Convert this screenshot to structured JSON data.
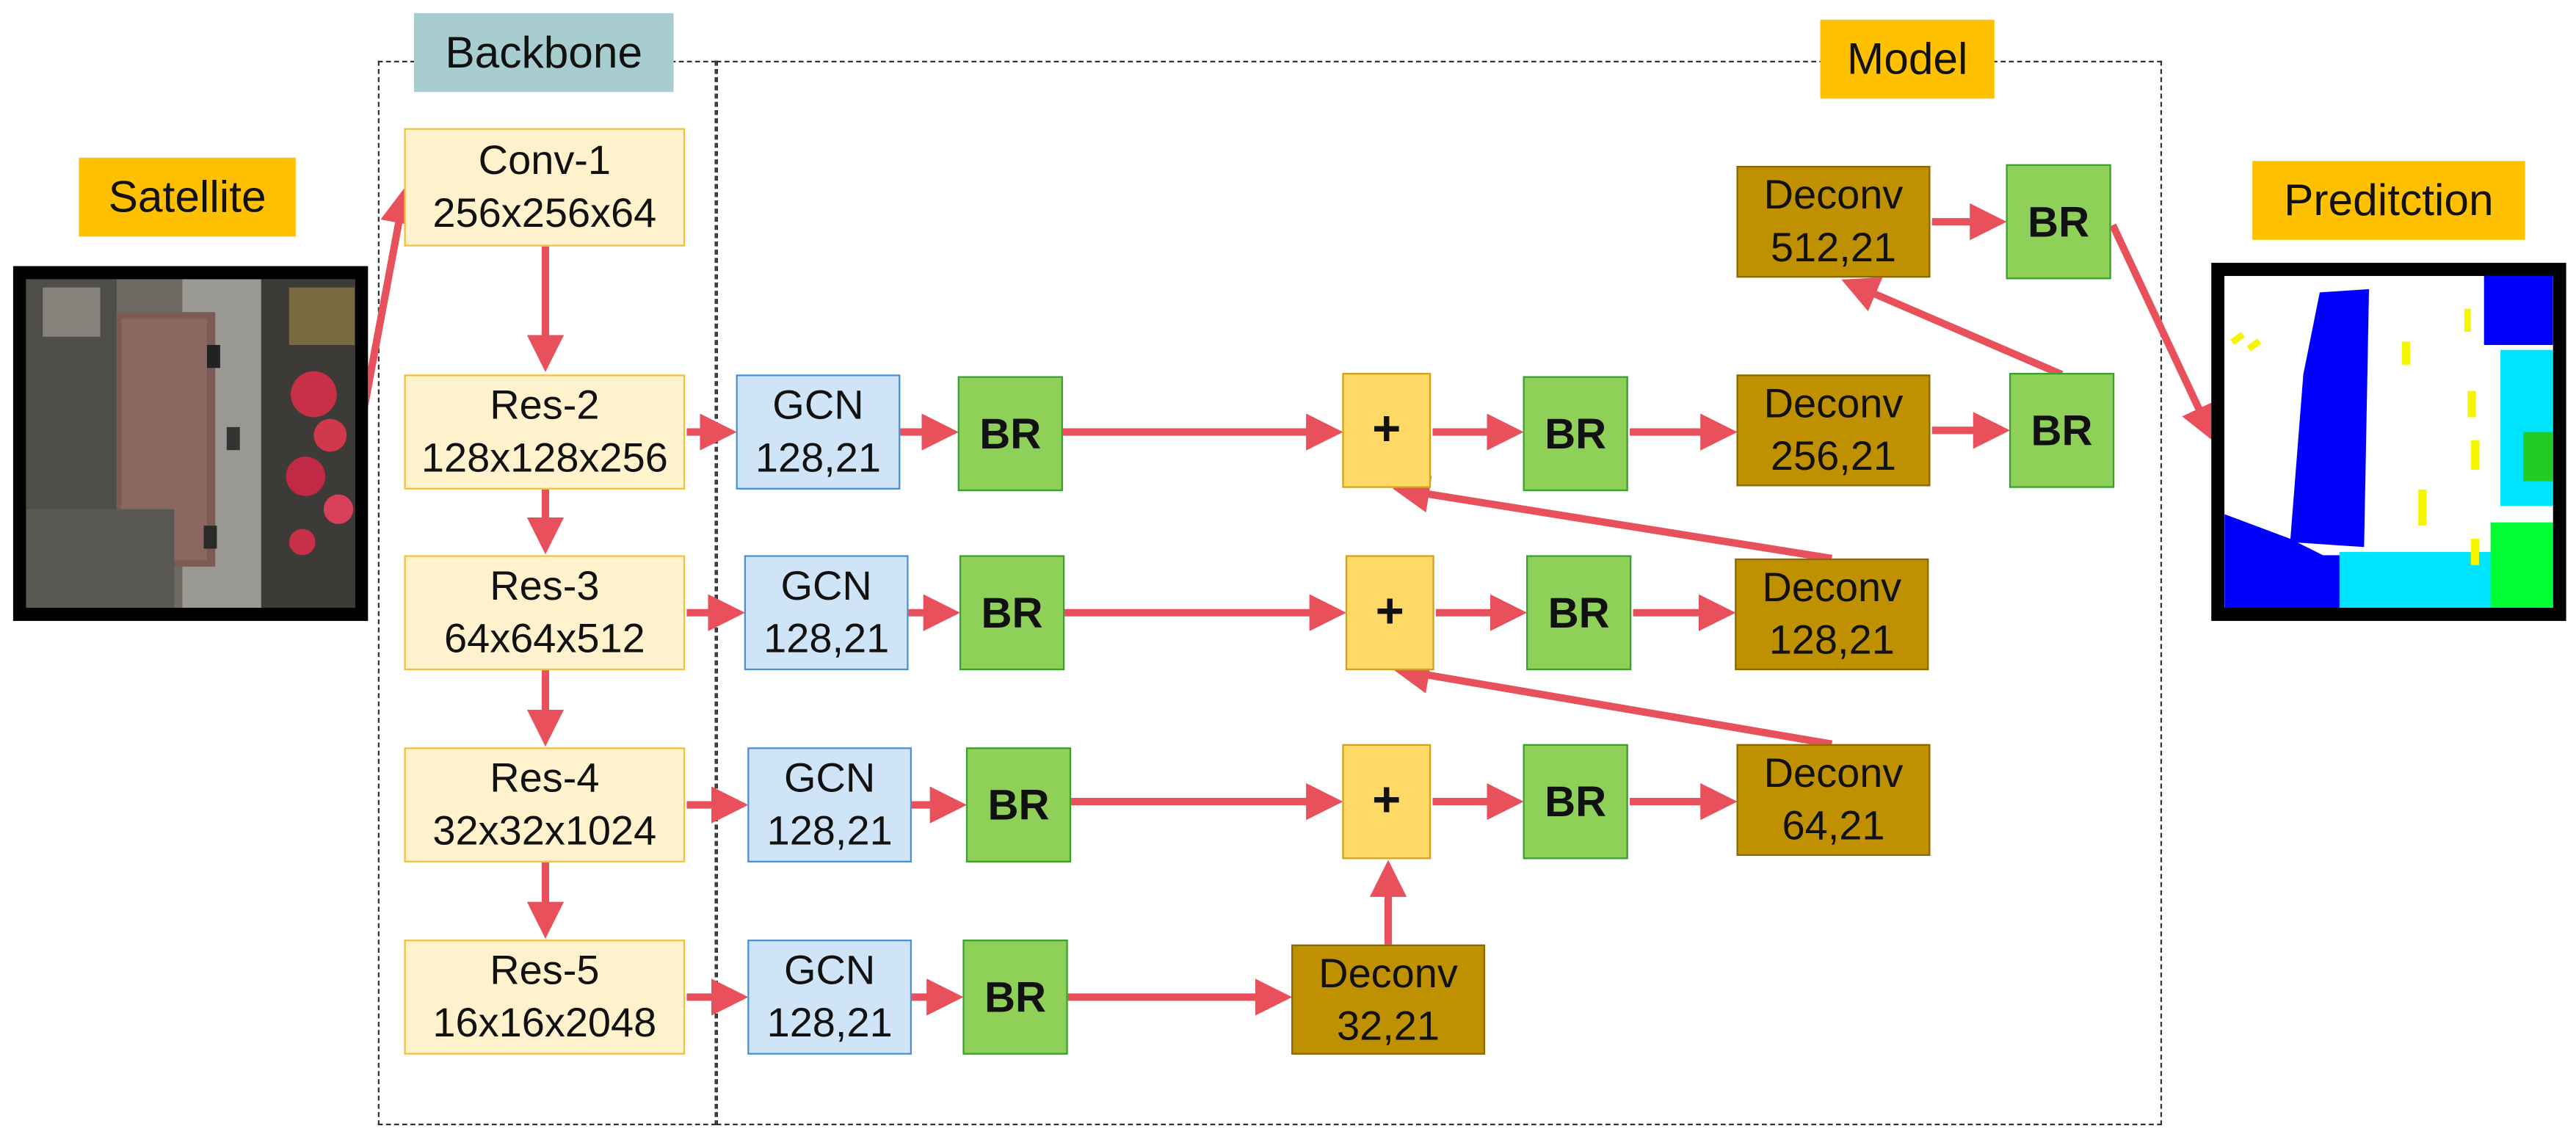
{
  "labels": {
    "satellite": "Satellite",
    "backbone": "Backbone",
    "model": "Model",
    "prediction": "Preditction"
  },
  "backbone_blocks": [
    {
      "name": "Conv-1",
      "size": "256x256x64"
    },
    {
      "name": "Res-2",
      "size": "128x128x256"
    },
    {
      "name": "Res-3",
      "size": "64x64x512"
    },
    {
      "name": "Res-4",
      "size": "32x32x1024"
    },
    {
      "name": "Res-5",
      "size": "16x16x2048"
    }
  ],
  "gcn_blocks": [
    {
      "name": "GCN",
      "param": "128,21"
    },
    {
      "name": "GCN",
      "param": "128,21"
    },
    {
      "name": "GCN",
      "param": "128,21"
    },
    {
      "name": "GCN",
      "param": "128,21"
    }
  ],
  "br_label": "BR",
  "plus_label": "+",
  "deconv_blocks": [
    {
      "name": "Deconv",
      "param": "512,21"
    },
    {
      "name": "Deconv",
      "param": "256,21"
    },
    {
      "name": "Deconv",
      "param": "128,21"
    },
    {
      "name": "Deconv",
      "param": "64,21"
    },
    {
      "name": "Deconv",
      "param": "32,21"
    }
  ],
  "colors": {
    "arrow": "#e8505b",
    "conv_fill": "#fff2cc",
    "gcn_fill": "#cfe5f7",
    "br_fill": "#8fd158",
    "plus_fill": "#ffd966",
    "deconv_fill": "#bf9000",
    "label_orange": "#ffc000",
    "label_teal": "#a8cdd0"
  }
}
